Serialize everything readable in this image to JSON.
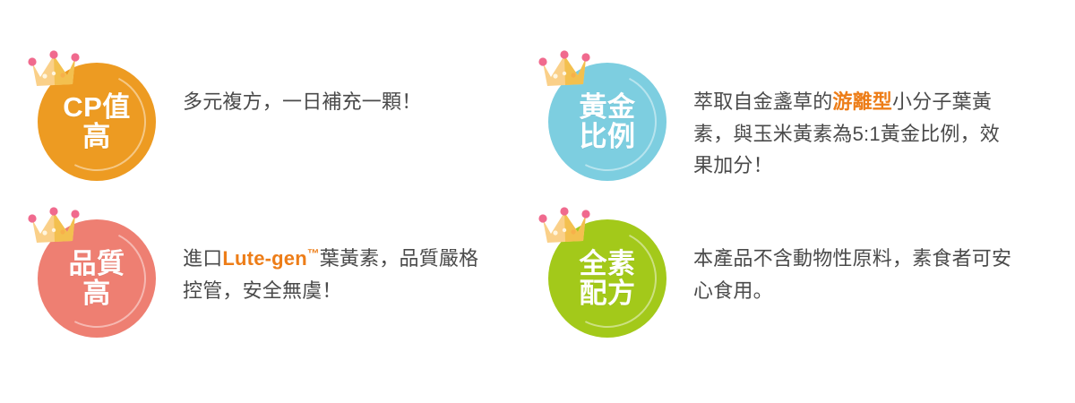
{
  "colors": {
    "badge_orange": "#ED9B22",
    "badge_blue": "#7DCEE0",
    "badge_salmon": "#EE7F72",
    "badge_green": "#A3C91A",
    "accent_orange": "#ED7D18",
    "body_text": "#4a4a4a",
    "crown_gold_light": "#FAD089",
    "crown_gold_dark": "#F3C04F",
    "crown_dot_pink": "#F06A8E",
    "background": "#ffffff"
  },
  "features": [
    {
      "badge": {
        "line1": "CP值",
        "line2": "高",
        "color": "#ED9B22",
        "icon": "crown-icon"
      },
      "description": {
        "segments": [
          {
            "text": "多元複方，一日補充一顆！",
            "style": "normal"
          }
        ],
        "plain": "多元複方，一日補充一顆！"
      }
    },
    {
      "badge": {
        "line1": "黃金",
        "line2": "比例",
        "color": "#7DCEE0",
        "icon": "crown-icon"
      },
      "description": {
        "segments": [
          {
            "text": "萃取自金盞草的",
            "style": "normal"
          },
          {
            "text": "游離型",
            "style": "highlight"
          },
          {
            "text": "小分子葉黃素，與玉米黃素為5:1黃金比例，效果加分！",
            "style": "normal"
          }
        ],
        "plain": "萃取自金盞草的游離型小分子葉黃素，與玉米黃素為5:1黃金比例，效果加分！"
      }
    },
    {
      "badge": {
        "line1": "品質",
        "line2": "高",
        "color": "#EE7F72",
        "icon": "crown-icon"
      },
      "description": {
        "segments": [
          {
            "text": "進口",
            "style": "normal"
          },
          {
            "text": "Lute-gen",
            "style": "highlight"
          },
          {
            "text": "™",
            "style": "highlight-tm"
          },
          {
            "text": "葉黃素，品質嚴格控管，安全無虞！",
            "style": "normal"
          }
        ],
        "plain": "進口Lute-gen™葉黃素，品質嚴格控管，安全無虞！"
      }
    },
    {
      "badge": {
        "line1": "全素",
        "line2": "配方",
        "color": "#A3C91A",
        "icon": "crown-icon"
      },
      "description": {
        "segments": [
          {
            "text": "本產品不含動物性原料，素食者可安心食用。",
            "style": "normal"
          }
        ],
        "plain": "本產品不含動物性原料，素食者可安心食用。"
      }
    }
  ]
}
